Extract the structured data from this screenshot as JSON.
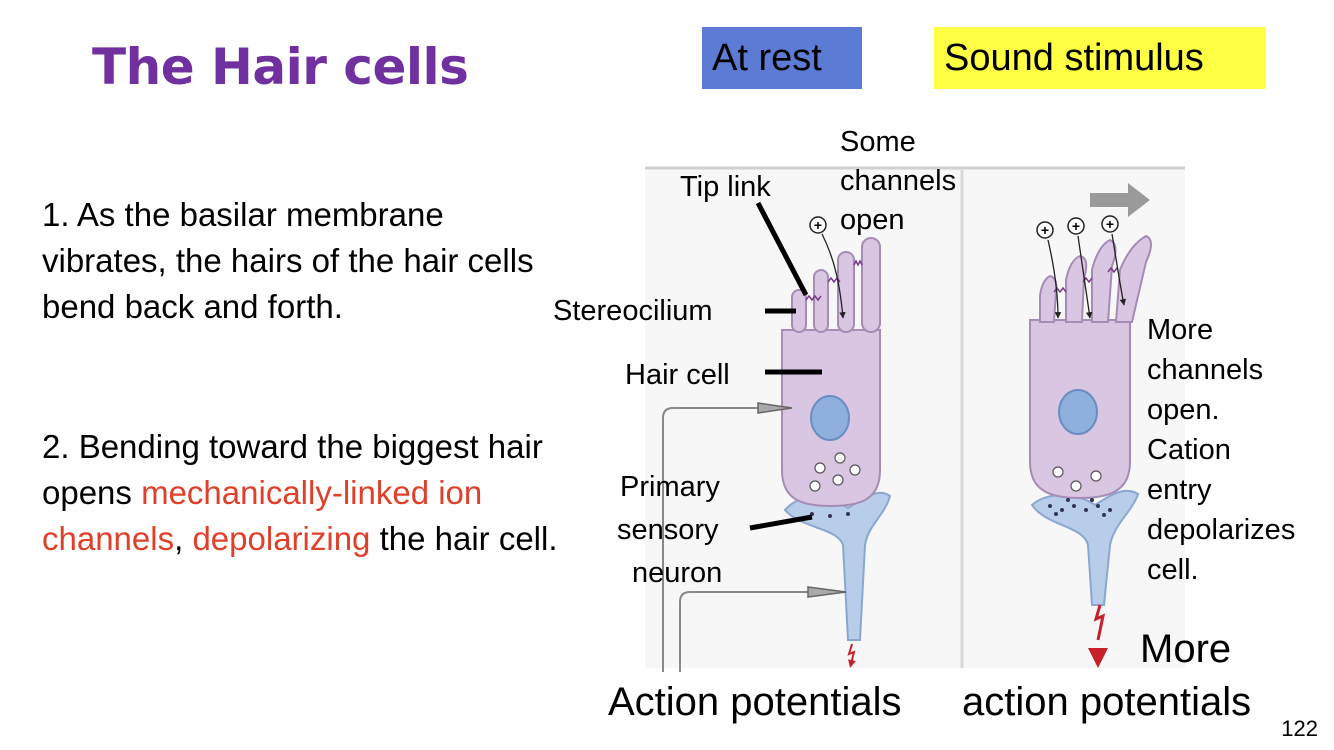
{
  "title": "The Hair cells",
  "states": {
    "rest": "At rest",
    "stimulus": "Sound stimulus"
  },
  "text": {
    "p1": "1. As the basilar membrane vibrates, the hairs of the hair cells bend back and forth.",
    "p2_a": "2. Bending toward the biggest hair opens ",
    "p2_b": "mechanically-linked ion channels",
    "p2_c": ", ",
    "p2_d": "depolarizing",
    "p2_e": " the hair cell."
  },
  "diagram": {
    "some_channels": [
      "Some",
      "channels",
      "open"
    ],
    "tip_link": "Tip link",
    "stereocilium": "Stereocilium",
    "hair_cell": "Hair cell",
    "primary_neuron": [
      "Primary",
      "sensory",
      "neuron"
    ],
    "action_potentials": "Action potentials",
    "more_channels": [
      "More",
      "channels",
      "open.",
      "Cation",
      "entry",
      "depolarizes",
      "cell."
    ],
    "more": "More",
    "more_ap": "action potentials",
    "plus": "+"
  },
  "colors": {
    "title": "#7030a0",
    "highlight": "#e0402a",
    "rest_box": "#5b7bd5",
    "stimulus_box": "#ffff44",
    "cell": "#d9c6e3",
    "neuron": "#b8cdea"
  },
  "page": "122"
}
